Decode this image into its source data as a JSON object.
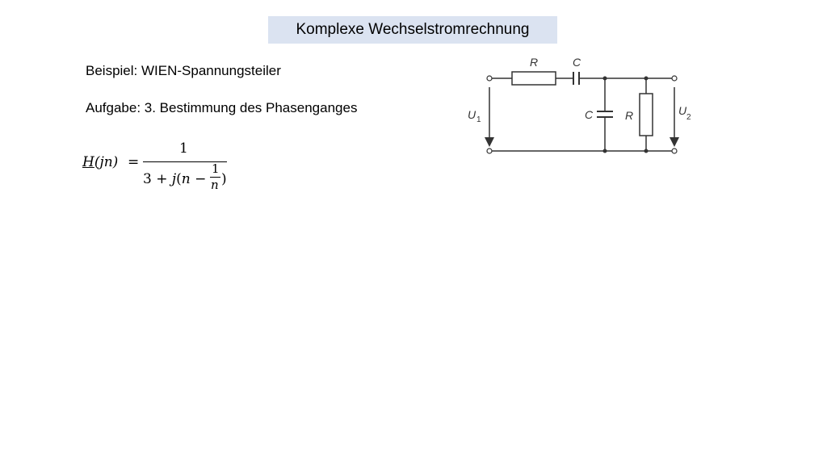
{
  "title": "Komplexe Wechselstromrechnung",
  "example": "Beispiel: WIEN-Spannungsteiler",
  "task": "Aufgabe: 3. Bestimmung des Phasenganges",
  "formula": {
    "H": "H",
    "lhs_arg": "(jn)",
    "equals": "=",
    "numerator": "1",
    "denominator_prefix": "3 + ",
    "denominator_j": "j",
    "denominator_open": "(",
    "denominator_n": "n",
    "minus": " − ",
    "inner_numerator": "1",
    "inner_denominator": "n",
    "denominator_close": ")"
  },
  "circuit": {
    "series_resistor_label": "R",
    "series_capacitor_label": "C",
    "shunt_capacitor_label": "C",
    "shunt_resistor_label": "R",
    "input_voltage_label": "U",
    "input_voltage_sub": "1",
    "output_voltage_label": "U",
    "output_voltage_sub": "2"
  }
}
